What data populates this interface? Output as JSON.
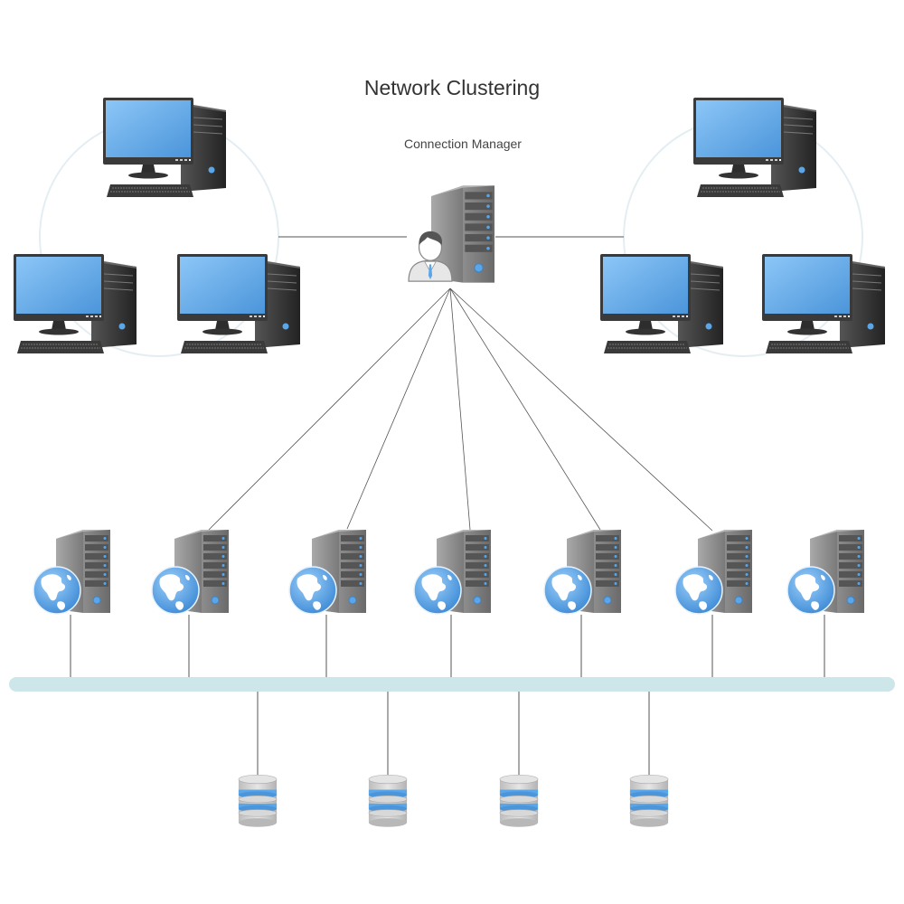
{
  "diagram": {
    "title": "Network Clustering",
    "manager_label": "Connection Manager",
    "colors": {
      "link": "#555555",
      "cluster_ring": "#e4eef2",
      "bus": "#cde6ea",
      "screen": "#5aa6e8",
      "tower": "#2e2e2e",
      "server": "#8a8a8a",
      "globe": "#5aa6e8",
      "db": "#cfcfcf",
      "db_band": "#5aa6e8"
    },
    "nodes": {
      "connection_manager": {
        "type": "admin-server",
        "label": "Connection Manager"
      },
      "clusters": [
        {
          "name": "left-cluster",
          "workstations": 3
        },
        {
          "name": "right-cluster",
          "workstations": 3
        }
      ],
      "web_servers": 7,
      "web_servers_linked_to_manager": [
        2,
        3,
        4,
        5,
        6
      ],
      "bus": "network-backbone",
      "databases": 4
    }
  }
}
